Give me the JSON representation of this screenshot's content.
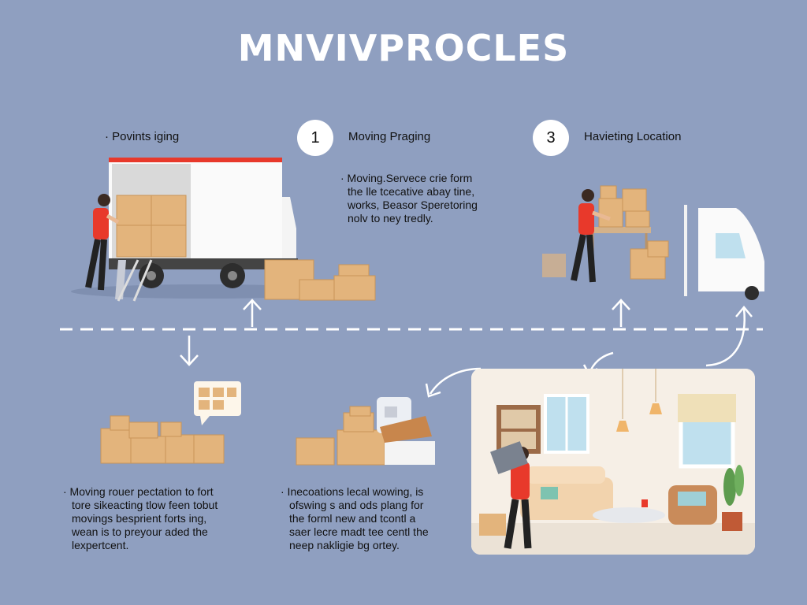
{
  "title": "MNVIVPROCLES",
  "steps": [
    {
      "label": "· Povints iging"
    },
    {
      "number": "1",
      "label": "Moving Praging"
    },
    {
      "number": "3",
      "label": "Havieting Location"
    }
  ],
  "descriptions": {
    "top_middle": [
      "· Moving.Servece crie form",
      "the lle tcecative abay tine,",
      "works, Beasor Speretoring",
      "nolv to ney tredly."
    ],
    "bottom_left": [
      "· Moving rouer pectation to fort",
      "tore sikeacting tlow feen tobut",
      "movings besprient forts ing,",
      "wean is to preyour aded the",
      "lexpertcent."
    ],
    "bottom_middle": [
      "· Inecoations lecal wowing, is",
      "ofswing s and ods plang for",
      "the forml new and tcontl a",
      "saer lecre madt tee centl the",
      "neep nakligie bg ortey."
    ]
  },
  "colors": {
    "background": "#8f9fc0",
    "shirt": "#e8392b",
    "box": "#e3b47c",
    "dashed_line": "#ffffff"
  }
}
